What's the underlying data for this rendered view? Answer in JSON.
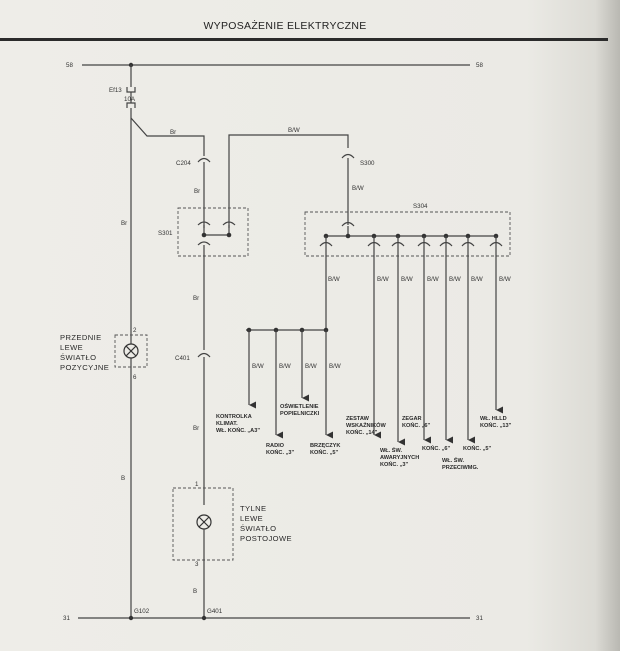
{
  "header": {
    "title": "WYPOSAŻENIE ELEKTRYCZNE"
  },
  "bus": {
    "top_left": "58",
    "top_right": "58",
    "bottom_left": "31",
    "bottom_right": "31"
  },
  "fuse": {
    "name": "Ef13",
    "rating": "10A"
  },
  "connectors": {
    "c204": "C204",
    "c401": "C401",
    "s300": "S300",
    "s301": "S301",
    "s304": "S304"
  },
  "grounds": {
    "g102": "G102",
    "g401": "G401"
  },
  "wires": {
    "br": "Br",
    "bw": "B/W",
    "b": "B",
    "s304_drops": [
      "B/W",
      "B/W",
      "B/W",
      "B/W",
      "B/W",
      "B/W"
    ],
    "left_drops": [
      "B/W",
      "B/W",
      "B/W",
      "B/W"
    ]
  },
  "front_lamp": {
    "pin_top": "2",
    "pin_bottom": "6",
    "label": [
      "PRZEDNIE",
      "LEWE",
      "ŚWIATŁO",
      "POZYCYJNE"
    ]
  },
  "rear_lamp": {
    "pin_top": "1",
    "pin_bottom": "3",
    "label": [
      "TYLNE",
      "LEWE",
      "ŚWIATŁO",
      "POSTOJOWE"
    ]
  },
  "destinations": {
    "kontrolka": [
      "KONTROLKA",
      "KLIMAT.",
      "WŁ. KOŃC. „A3\""
    ],
    "radio": [
      "RADIO",
      "KOŃC. „3\""
    ],
    "oswietlenie": [
      "OŚWIETLENIE",
      "POPIELNICZKI"
    ],
    "brzeczyk": [
      "BRZĘCZYK",
      "KOŃC. „5\""
    ],
    "zestaw": [
      "ZESTAW",
      "WSKAŹNIKÓW",
      "KOŃC. „14\""
    ],
    "wl_sw_awaryjnych": [
      "WŁ. ŚW.",
      "AWARYJNYCH",
      "KOŃC. „3\""
    ],
    "zegar": [
      "ZEGAR",
      "KOŃC. „6\""
    ],
    "konc6": [
      "KOŃC. „6\""
    ],
    "wl_sw_przeciwmg": [
      "WŁ. ŚW.",
      "PRZECIWMG."
    ],
    "konc5": [
      "KOŃC. „5\""
    ],
    "wl_hlld": [
      "WŁ. HLLD",
      "KOŃC. „13\""
    ]
  }
}
